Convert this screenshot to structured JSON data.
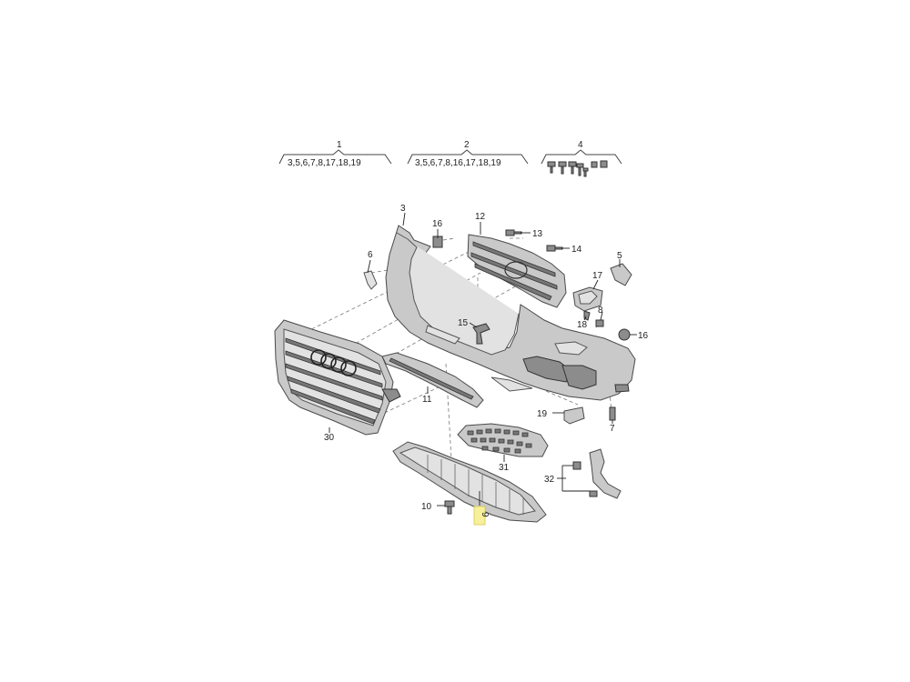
{
  "sets": [
    {
      "number": "1",
      "contents": "3,5,6,7,8,17,18,19"
    },
    {
      "number": "2",
      "contents": "3,5,6,7,8,16,17,18,19"
    },
    {
      "number": "4",
      "contents": ""
    }
  ],
  "callouts": {
    "p3": "3",
    "p16": "16",
    "p12": "12",
    "p13": "13",
    "p14": "14",
    "p6": "6",
    "p5": "5",
    "p17": "17",
    "p8": "8",
    "p18": "18",
    "p15": "15",
    "p16b": "16",
    "p11": "11",
    "p30": "30",
    "p19": "19",
    "p7": "7",
    "p31": "31",
    "p32": "32",
    "p10": "10",
    "p9": "9"
  },
  "highlighted_callout": "9"
}
